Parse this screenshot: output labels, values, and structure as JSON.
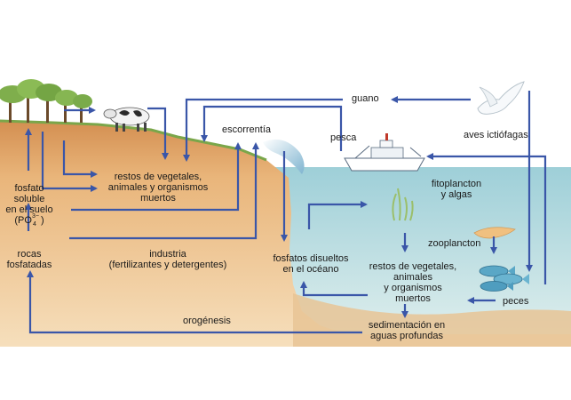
{
  "colors": {
    "arrow": "#3a56a8",
    "sky": "#ffffff",
    "sea_top": "#a9d4dc",
    "sea_bottom": "#d8ecec",
    "soil_light": "#f3d6ae",
    "soil_dark": "#d79a5c",
    "grass": "#7aa64a"
  },
  "icons": [
    "tree-icon",
    "cow-icon",
    "boat-icon",
    "seabird-icon",
    "fish-icon",
    "algae-icon",
    "plankton-icon",
    "runoff-stream-icon"
  ],
  "labels": {
    "guano": "guano",
    "aves": "aves ictiófagas",
    "escorrentia": "escorrentía",
    "pesca": "pesca",
    "restos_tierra_1": "restos de vegetales,",
    "restos_tierra_2": "animales y organismos",
    "restos_tierra_3": "muertos",
    "fosfato_1": "fosfato",
    "fosfato_2": "soluble",
    "fosfato_3": "en el suelo",
    "fosfato_4": "(PO",
    "fosfato_sup": "3−",
    "fosfato_sub": "4",
    "fosfato_5": ")",
    "fitoplancton_1": "fitoplancton",
    "fitoplancton_2": "y algas",
    "rocas_1": "rocas",
    "rocas_2": "fosfatadas",
    "industria_1": "industria",
    "industria_2": "(fertilizantes y detergentes)",
    "zooplancton": "zooplancton",
    "fosfatos_1": "fosfatos disueltos",
    "fosfatos_2": "en el océano",
    "restos_mar_1": "restos de vegetales,",
    "restos_mar_2": "animales",
    "restos_mar_3": "y organismos",
    "restos_mar_4": "muertos",
    "peces": "peces",
    "orogenesis": "orogénesis",
    "sedimentacion_1": "sedimentación en",
    "sedimentacion_2": "aguas profundas"
  }
}
